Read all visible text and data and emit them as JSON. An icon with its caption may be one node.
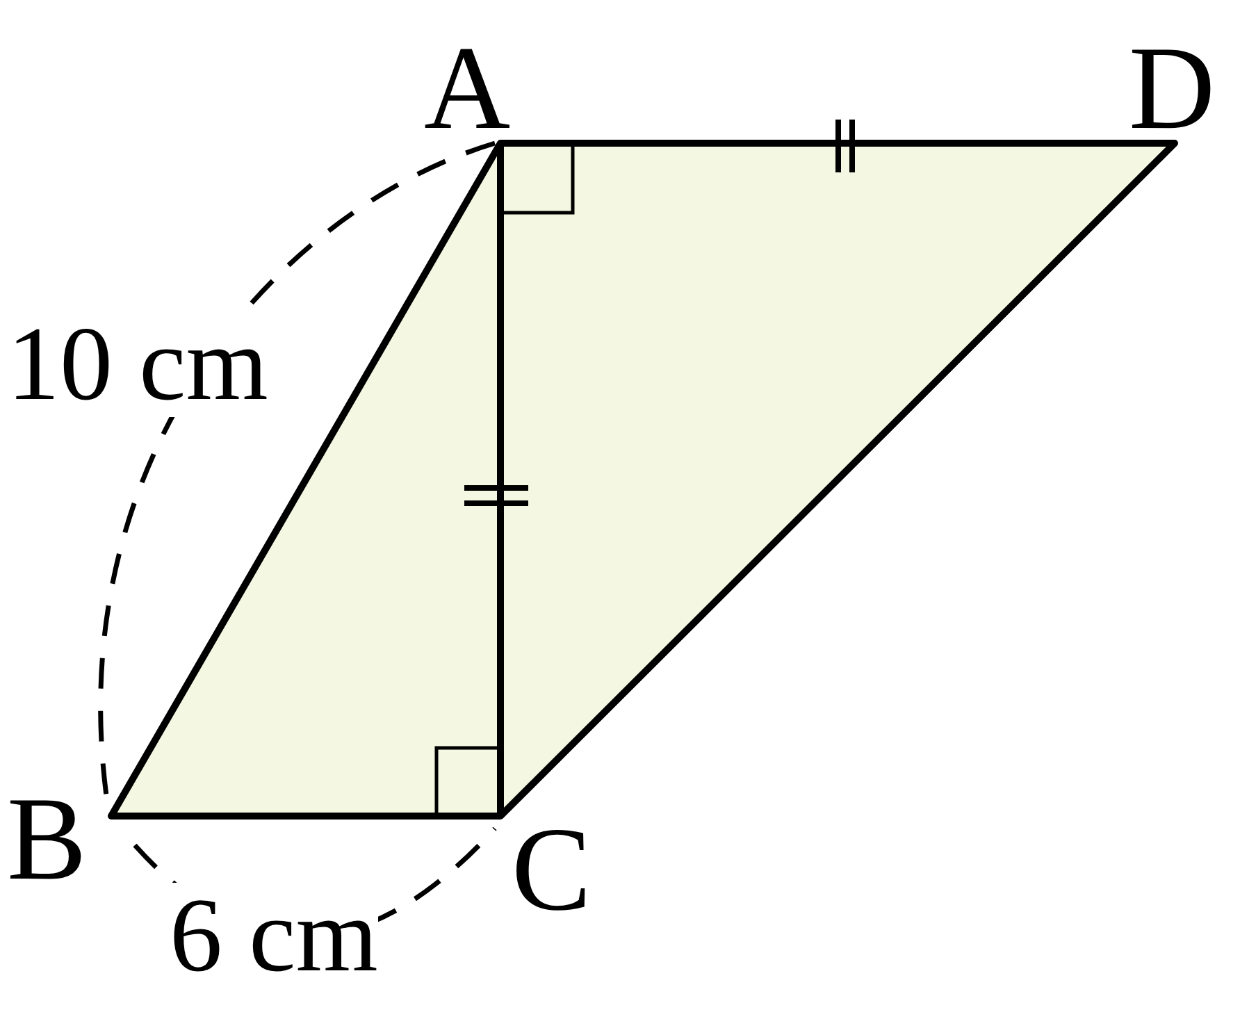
{
  "diagram": {
    "labels": [
      "A",
      "D",
      "10 cm",
      "B",
      "C",
      "6 cm"
    ]
  }
}
